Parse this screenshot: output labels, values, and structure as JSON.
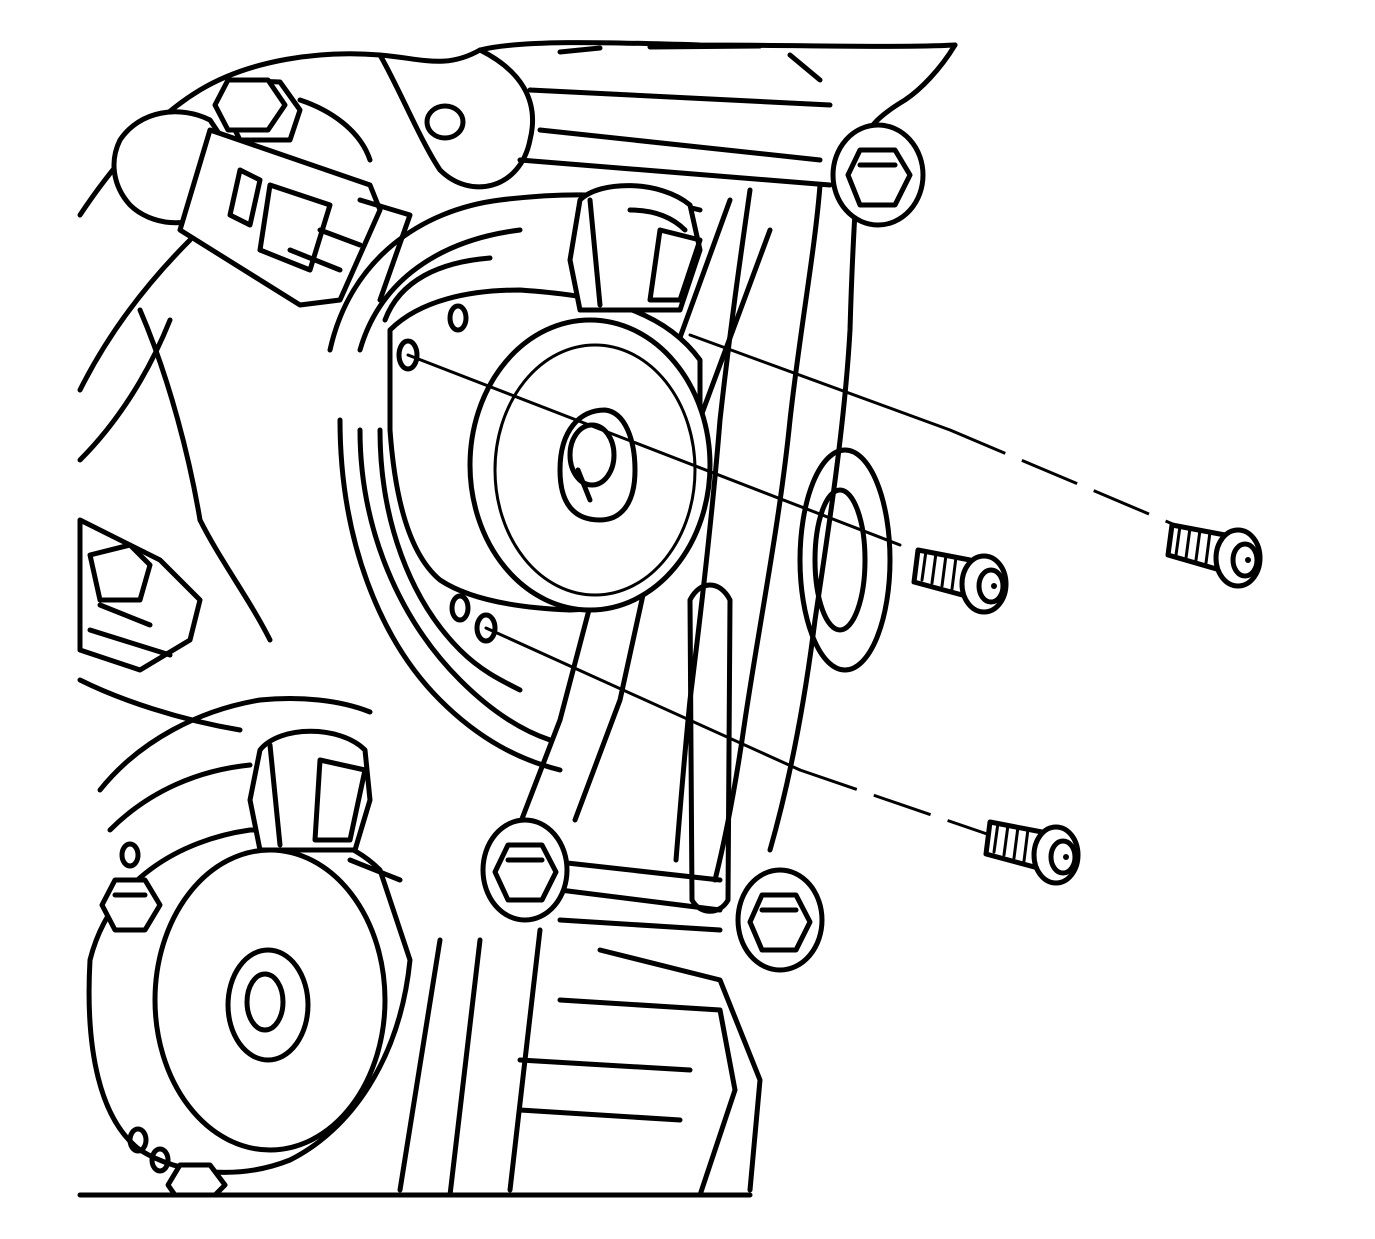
{
  "diagram": {
    "kind": "exploded-view line illustration",
    "colors": {
      "ink": "#000000",
      "paper": "#ffffff"
    },
    "parts": [
      {
        "id": "upper-actuator",
        "icon": "camshaft-position-actuator-solenoid"
      },
      {
        "id": "lower-actuator",
        "icon": "camshaft-position-actuator-solenoid"
      },
      {
        "id": "bolts",
        "icon": "flange-bolt",
        "count": 3
      },
      {
        "id": "front-cover",
        "icon": "engine-front-cover"
      }
    ]
  }
}
